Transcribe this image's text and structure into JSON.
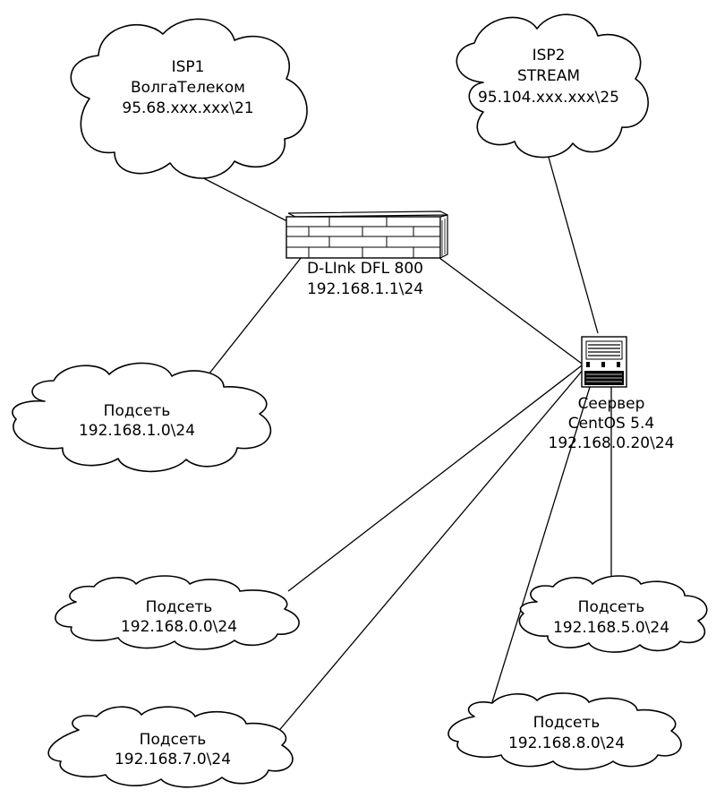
{
  "nodes": {
    "isp1": {
      "lines": [
        "ISP1",
        "ВолгаТелеком",
        "95.68.xxx.xxx\\21"
      ]
    },
    "isp2": {
      "lines": [
        "ISP2",
        "STREAM",
        "95.104.xxx.xxx\\25"
      ]
    },
    "firewall": {
      "lines": [
        "D-LInk DFL 800",
        "192.168.1.1\\24"
      ]
    },
    "server": {
      "lines": [
        "Сеервер",
        "CentOS 5.4",
        "192.168.0.20\\24"
      ]
    },
    "subnet_1": {
      "lines": [
        "Подсеть",
        "192.168.1.0\\24"
      ]
    },
    "subnet_0": {
      "lines": [
        "Подсеть",
        "192.168.0.0\\24"
      ]
    },
    "subnet_5": {
      "lines": [
        "Подсеть",
        "192.168.5.0\\24"
      ]
    },
    "subnet_7": {
      "lines": [
        "Подсеть",
        "192.168.7.0\\24"
      ]
    },
    "subnet_8": {
      "lines": [
        "Подсеть",
        "192.168.8.0\\24"
      ]
    }
  }
}
